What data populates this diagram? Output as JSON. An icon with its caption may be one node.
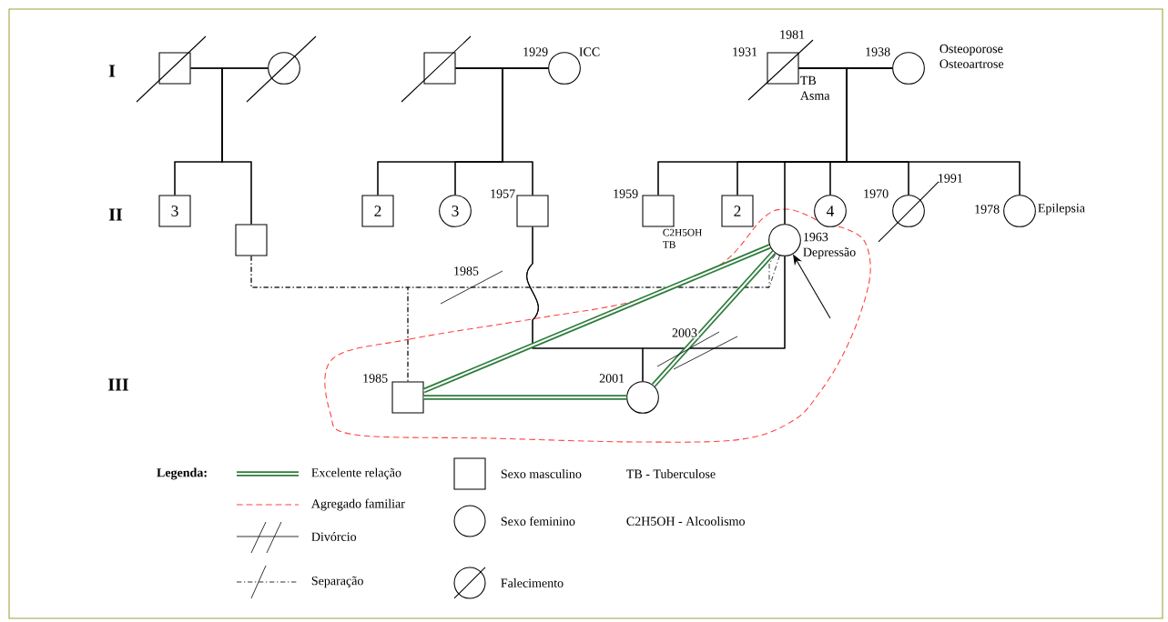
{
  "diagram": {
    "nodes": [
      {
        "text": [],
        "shape": "box"
      },
      {
        "text": [],
        "shape": "circle"
      },
      {
        "text": [
          "3"
        ]
      },
      {
        "text": [],
        "shape": "box"
      },
      {
        "text": [],
        "shape": "box"
      },
      {
        "text": [],
        "shape": "circle",
        "beside": [
          "1929",
          "ICC"
        ]
      },
      {
        "text": [
          "2"
        ]
      },
      {
        "text": [
          "3"
        ]
      },
      {
        "text": [],
        "shape": "box",
        "beside": [
          "1957"
        ]
      },
      {
        "text": [],
        "shape": "box",
        "beside": [
          "1931",
          "1981",
          "TB Asma"
        ]
      },
      {
        "text": [],
        "shape": "circle",
        "beside": [
          "1938",
          "Osteoporose Osteoartrose"
        ]
      },
      {
        "text": [],
        "shape": "box",
        "beside": [
          "1959",
          "C2H5OH TB"
        ]
      },
      {
        "text": [
          "2"
        ]
      },
      {
        "text": [],
        "shape": "circle",
        "beside": [
          "1963 Depressão"
        ]
      },
      {
        "text": [
          "4"
        ]
      },
      {
        "text": [],
        "shape": "circle",
        "beside": [
          "1970",
          "1991"
        ]
      },
      {
        "text": [],
        "shape": "circle",
        "beside": [
          "1978",
          "Epilepsia"
        ]
      },
      {
        "text": [],
        "shape": "box",
        "beside": [
          "1985"
        ]
      },
      {
        "text": [],
        "shape": "circle",
        "beside": [
          "2001"
        ]
      }
    ],
    "edges": [
      {
        "from": 0,
        "to": 1,
        "arrow": "none"
      },
      {
        "from": 0,
        "to": 2,
        "arrow": "none"
      },
      {
        "from": 0,
        "to": 3,
        "arrow": "none"
      },
      {
        "from": 1,
        "to": 2,
        "arrow": "none"
      },
      {
        "from": 1,
        "to": 3,
        "arrow": "none"
      },
      {
        "from": 4,
        "to": 5,
        "arrow": "none"
      },
      {
        "from": 4,
        "to": 6,
        "arrow": "none"
      },
      {
        "from": 4,
        "to": 7,
        "arrow": "none"
      },
      {
        "from": 4,
        "to": 8,
        "arrow": "none"
      },
      {
        "from": 5,
        "to": 6,
        "arrow": "none"
      },
      {
        "from": 5,
        "to": 7,
        "arrow": "none"
      },
      {
        "from": 5,
        "to": 8,
        "arrow": "none"
      },
      {
        "from": 9,
        "to": 10,
        "arrow": "none"
      },
      {
        "from": 9,
        "to": 11,
        "arrow": "none"
      },
      {
        "from": 9,
        "to": 12,
        "arrow": "none"
      },
      {
        "from": 9,
        "to": 13,
        "arrow": "none"
      },
      {
        "from": 9,
        "to": 14,
        "arrow": "none"
      },
      {
        "from": 9,
        "to": 15,
        "arrow": "none"
      },
      {
        "from": 9,
        "to": 16,
        "arrow": "none"
      },
      {
        "from": 10,
        "to": 11,
        "arrow": "none"
      },
      {
        "from": 10,
        "to": 12,
        "arrow": "none"
      },
      {
        "from": 10,
        "to": 13,
        "arrow": "none"
      },
      {
        "from": 10,
        "to": 14,
        "arrow": "none"
      },
      {
        "from": 10,
        "to": 15,
        "arrow": "none"
      },
      {
        "from": 10,
        "to": 16,
        "arrow": "none"
      },
      {
        "from": 8,
        "to": 13,
        "arrow": "none",
        "label": "2003"
      },
      {
        "from": 3,
        "to": 13,
        "arrow": "none",
        "label": "1985",
        "style": "dashed"
      },
      {
        "from": 3,
        "to": 17,
        "arrow": "none",
        "style": "dashed"
      },
      {
        "from": 13,
        "to": 17,
        "arrow": "none",
        "style": "dashed"
      },
      {
        "from": 8,
        "to": 18,
        "arrow": "none"
      },
      {
        "from": 13,
        "to": 18,
        "arrow": "none"
      },
      {
        "from": 17,
        "to": 13,
        "arrow": "none",
        "style": "thick",
        "color": "#2e7d3c"
      },
      {
        "from": 17,
        "to": 18,
        "arrow": "none",
        "style": "thick",
        "color": "#2e7d3c"
      },
      {
        "from": 18,
        "to": 13,
        "arrow": "none",
        "style": "thick",
        "color": "#2e7d3c"
      },
      {
        "from": null,
        "to": 13,
        "arrow": "to"
      }
    ],
    "labels": [
      "I",
      "II",
      "III",
      "Legenda:",
      "TB - Tuberculose",
      "C2H5OH - Alcoolismo"
    ],
    "legend": [
      {
        "text": "Excelente relação"
      },
      {
        "text": "Agregado familiar"
      },
      {
        "text": "Divórcio"
      },
      {
        "text": "Separação"
      },
      {
        "text": "Sexo masculino"
      },
      {
        "text": "Sexo feminino"
      },
      {
        "text": "Falecimento"
      }
    ]
  }
}
